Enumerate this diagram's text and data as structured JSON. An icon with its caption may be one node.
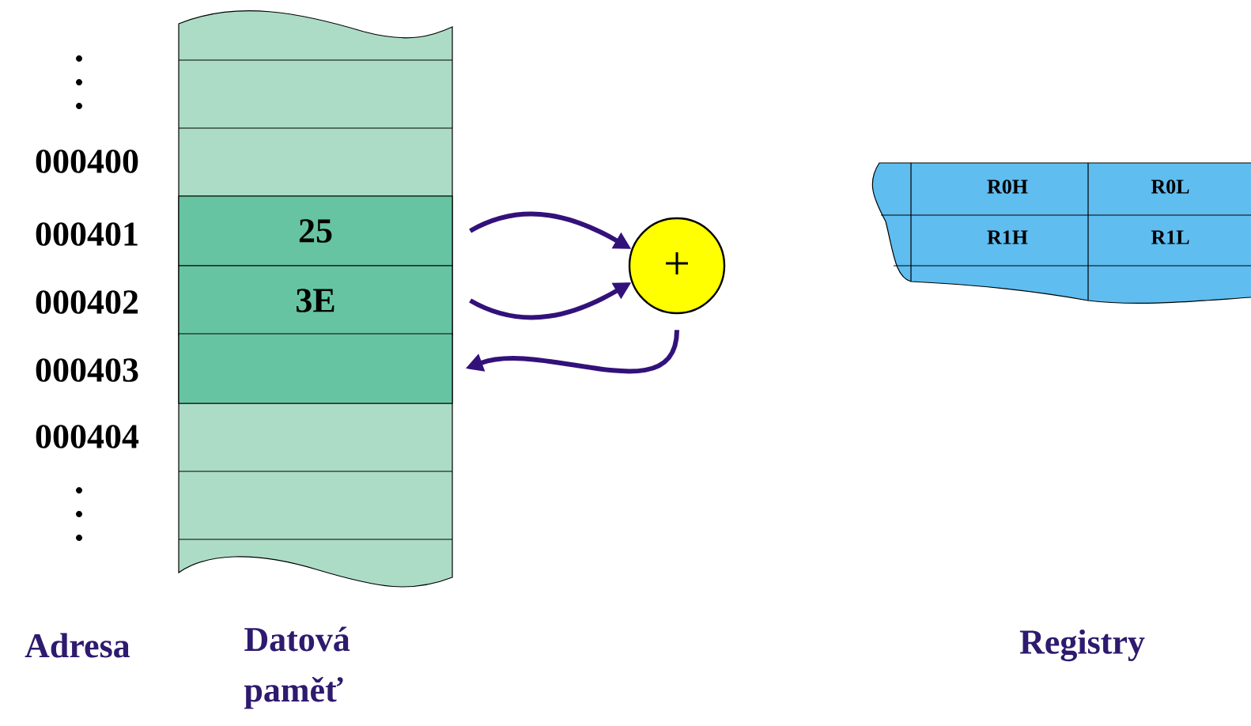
{
  "diagram": {
    "nodes": [
      {
        "text": [
          "25"
        ]
      },
      {
        "text": [
          "3E"
        ]
      },
      {
        "text": [],
        "shape": "box"
      },
      {
        "text": [
          "+"
        ]
      }
    ],
    "edges": [
      {
        "from": 0,
        "to": 3,
        "arrow": "to"
      },
      {
        "from": 1,
        "to": 3,
        "arrow": "to"
      },
      {
        "from": 3,
        "to": 2,
        "arrow": "to"
      }
    ],
    "labels": [
      "000400",
      "000401",
      "000402",
      "000403",
      "000404",
      "R0H",
      "R0L",
      "R1H",
      "R1L",
      "Adresa",
      "Datová paměť",
      "Registry"
    ]
  }
}
